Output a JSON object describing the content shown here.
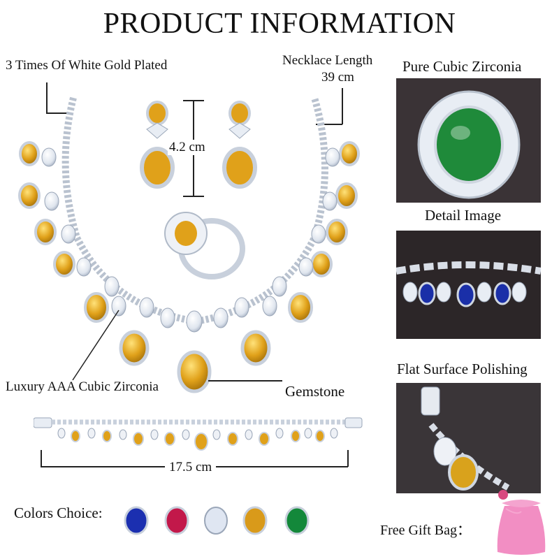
{
  "title": "PRODUCT INFORMATION",
  "labels": {
    "plating": "3 Times Of White Gold Plated",
    "necklace_length_title": "Necklace Length",
    "necklace_length_value": "39 cm",
    "earring_height": "4.2 cm",
    "luxury": "Luxury AAA Cubic Zirconia",
    "gemstone": "Gemstone",
    "bracelet_length": "17.5 cm",
    "colors_choice": "Colors Choice:",
    "free_gift_bag": "Free Gift Bag："
  },
  "side_panels": [
    {
      "title": "Pure Cubic Zirconia",
      "stone_color": "#1f8a3a"
    },
    {
      "title": "Detail Image",
      "stone_color": "#1a2fa8"
    },
    {
      "title": "Flat Surface Polishing",
      "stone_color": "#d9a21c"
    }
  ],
  "colors": [
    {
      "name": "sapphire-blue",
      "hex": "#1b2fb0"
    },
    {
      "name": "ruby-red",
      "hex": "#c2184a"
    },
    {
      "name": "clear-white",
      "hex": "#dfe6f2"
    },
    {
      "name": "champagne-yellow",
      "hex": "#d99a1a"
    },
    {
      "name": "emerald-green",
      "hex": "#13883a"
    }
  ],
  "gift_bag_color": "#f07ab8",
  "stone_color": "#e2a21a"
}
